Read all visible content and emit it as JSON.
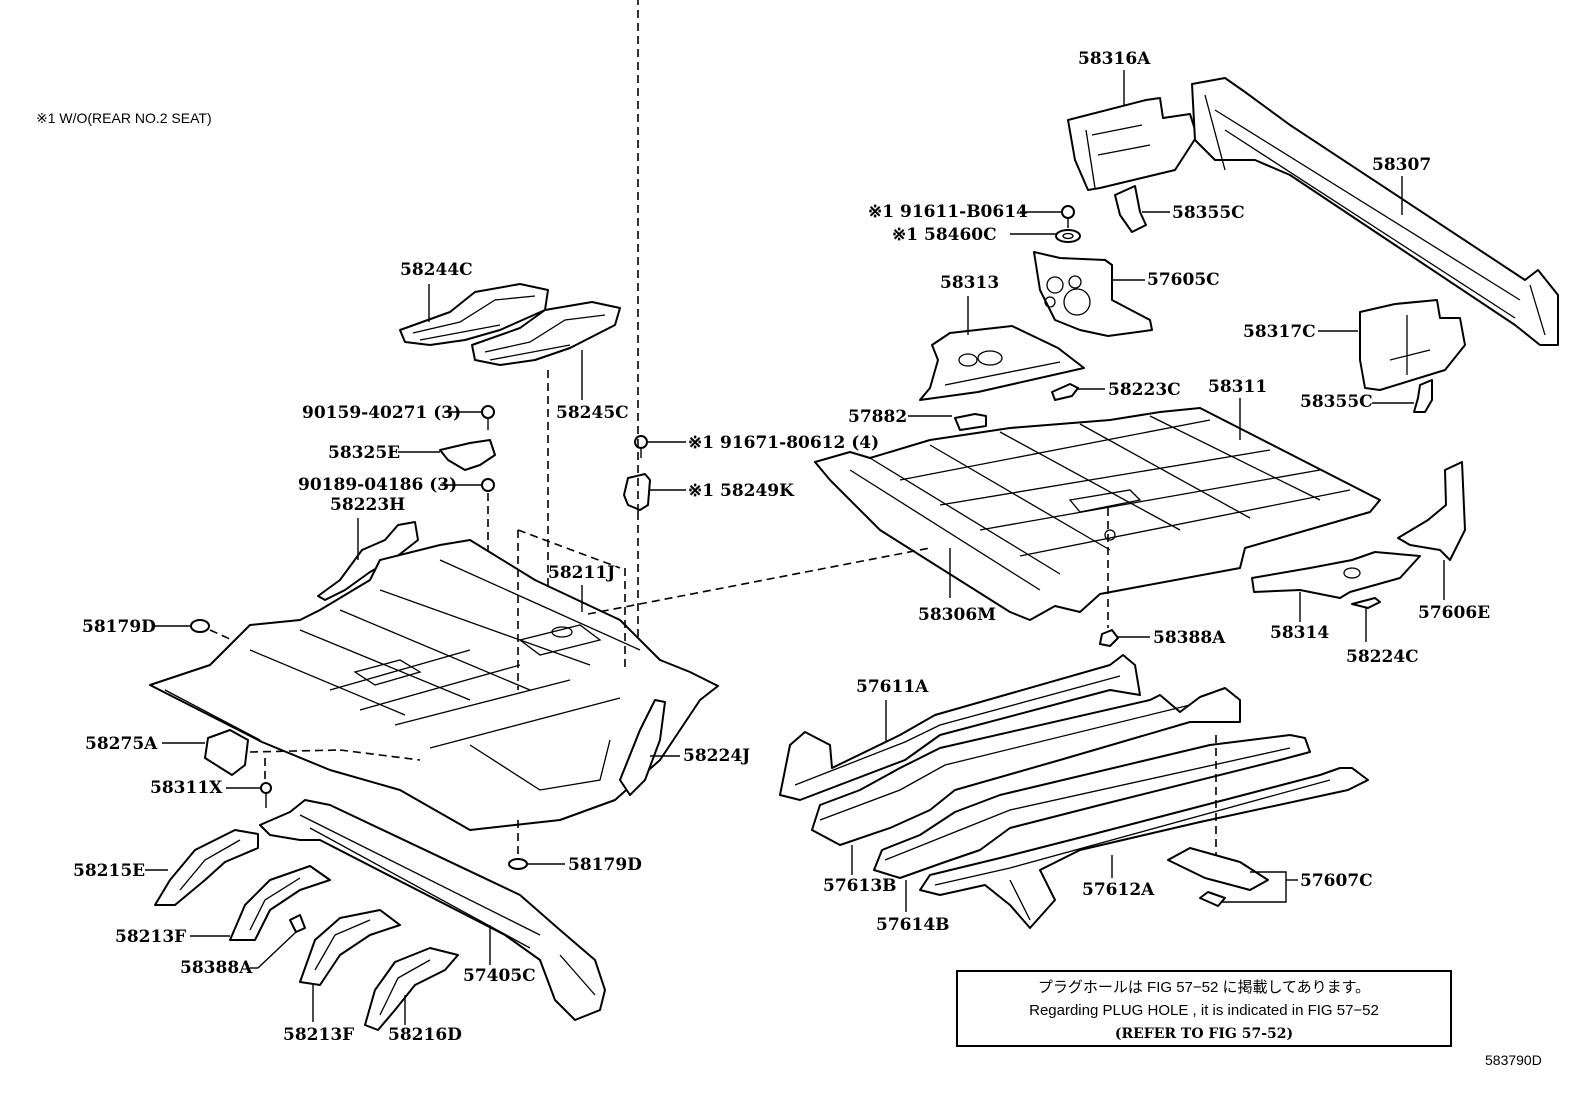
{
  "footnote": "※1  W/O(REAR NO.2 SEAT)",
  "figure_id": "583790D",
  "note_box": {
    "line_jp": "プラグホールは FIG 57−52 に掲載してあります。",
    "line_en": "Regarding  PLUG  HOLE , it is indicated in  FIG  57−52",
    "line_ref": "(REFER TO FIG 57-52)"
  },
  "parts": {
    "p58316A": "58316A",
    "p58307": "58307",
    "p91611": "※1  91611-B0614",
    "p58355C_a": "58355C",
    "p58460C": "※1  58460C",
    "p57605C": "57605C",
    "p58313": "58313",
    "p58317C": "58317C",
    "p58355C_b": "58355C",
    "p58223C": "58223C",
    "p58311": "58311",
    "p57882": "57882",
    "p58244C": "58244C",
    "p58245C": "58245C",
    "p90159": "90159-40271 (3)",
    "p58325E": "58325E",
    "p90189": "90189-04186 (3)",
    "p91671": "※1  91671-80612 (4)",
    "p58249K": "※1  58249K",
    "p58223H": "58223H",
    "p58211J": "58211J",
    "p58306M": "58306M",
    "p58388A_a": "58388A",
    "p58314": "58314",
    "p57606E": "57606E",
    "p58224C": "58224C",
    "p58179D_a": "58179D",
    "p58275A": "58275A",
    "p58224J": "58224J",
    "p58311X": "58311X",
    "p58179D_b": "58179D",
    "p58215E": "58215E",
    "p58213F_a": "58213F",
    "p58388A_b": "58388A",
    "p58213F_b": "58213F",
    "p58216D": "58216D",
    "p57405C": "57405C",
    "p57611A": "57611A",
    "p57613B": "57613B",
    "p57614B": "57614B",
    "p57612A": "57612A",
    "p57607C": "57607C"
  }
}
